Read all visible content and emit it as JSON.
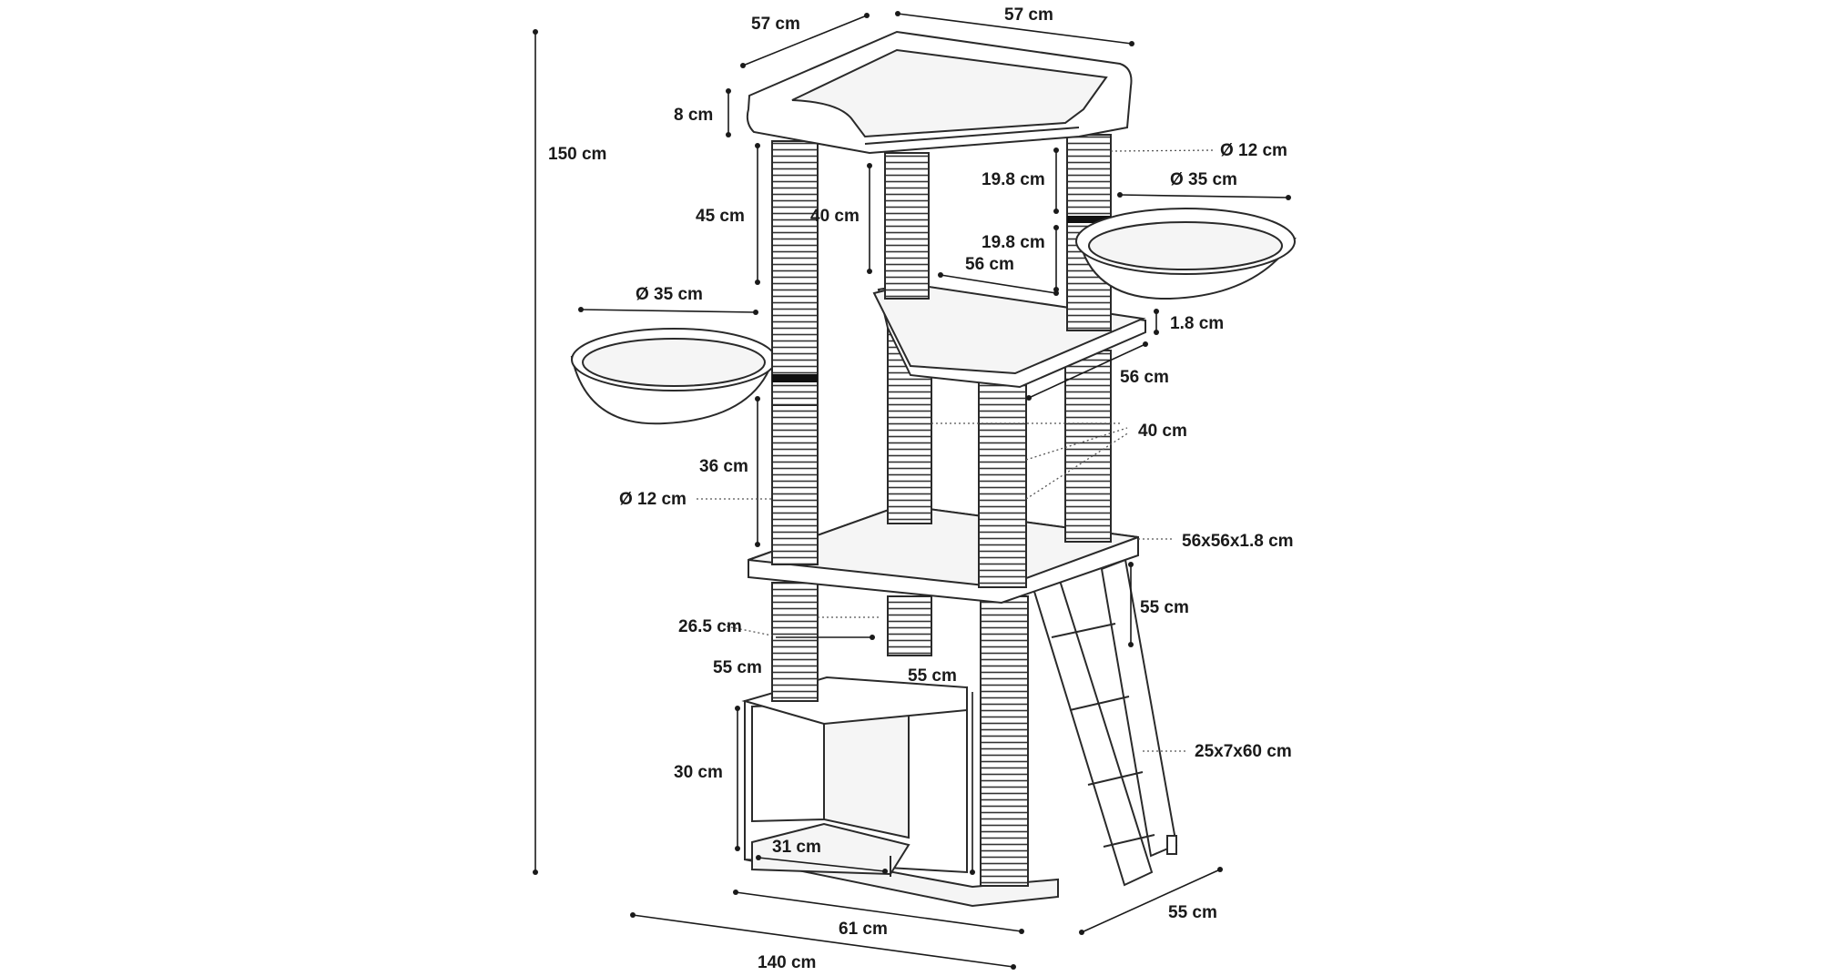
{
  "labels": {
    "overall_height": "150 cm",
    "top_width_left": "57 cm",
    "top_width_right": "57 cm",
    "top_platform_height": "8 cm",
    "post_diameter_top_right": "Ø 12 cm",
    "post_upper_left": "45 cm",
    "post_upper_mid": "40 cm",
    "post_right_upper": "19.8 cm",
    "basket_right_diameter": "Ø 35 cm",
    "post_right_lower": "19.8 cm",
    "mid_platform_width": "56 cm",
    "mid_platform_thickness": "1.8 cm",
    "basket_left_diameter": "Ø 35 cm",
    "mid_platform_depth": "56 cm",
    "lower_posts": "40 cm",
    "post_left_lower": "36 cm",
    "post_diameter_left": "Ø 12 cm",
    "main_platform": "56x56x1.8 cm",
    "ladder_height": "55 cm",
    "base_post_inner": "26.5 cm",
    "base_post_left": "55 cm",
    "base_post_right": "55 cm",
    "house_height": "30 cm",
    "house_opening": "31 cm",
    "ladder_size": "25x7x60 cm",
    "base_width": "61 cm",
    "base_depth": "55 cm",
    "overall_width": "140 cm"
  }
}
